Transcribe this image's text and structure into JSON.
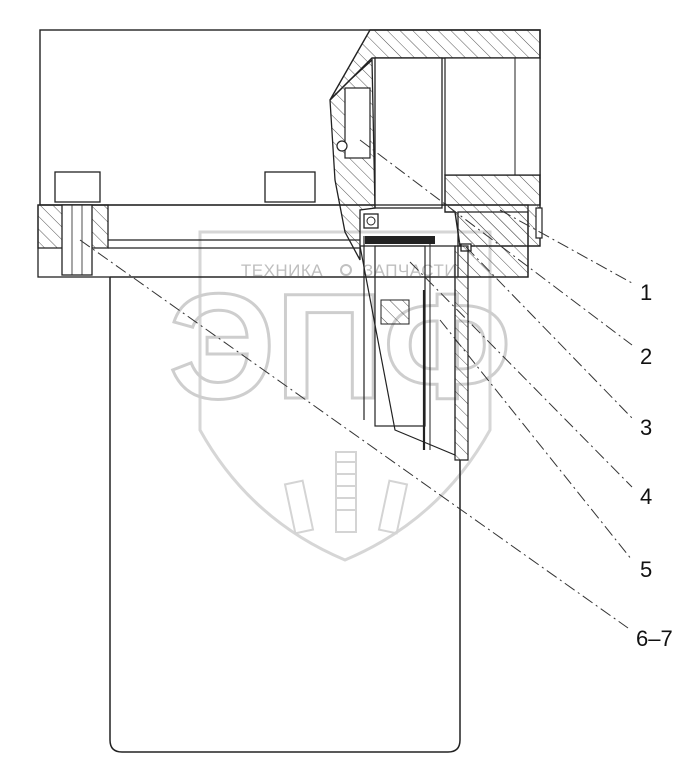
{
  "watermark": {
    "brand_left": "ТЕХНИКА",
    "brand_right": "ЗАПЧАСТИ",
    "logo_letters": "ЭПФ"
  },
  "callouts": [
    {
      "id": "1",
      "label": "1"
    },
    {
      "id": "2",
      "label": "2"
    },
    {
      "id": "3",
      "label": "3"
    },
    {
      "id": "4",
      "label": "4"
    },
    {
      "id": "5",
      "label": "5"
    },
    {
      "id": "6-7",
      "label": "6–7"
    }
  ],
  "colors": {
    "line": "#222222",
    "hatch": "#555555",
    "watermark": "#c9c9c9"
  }
}
